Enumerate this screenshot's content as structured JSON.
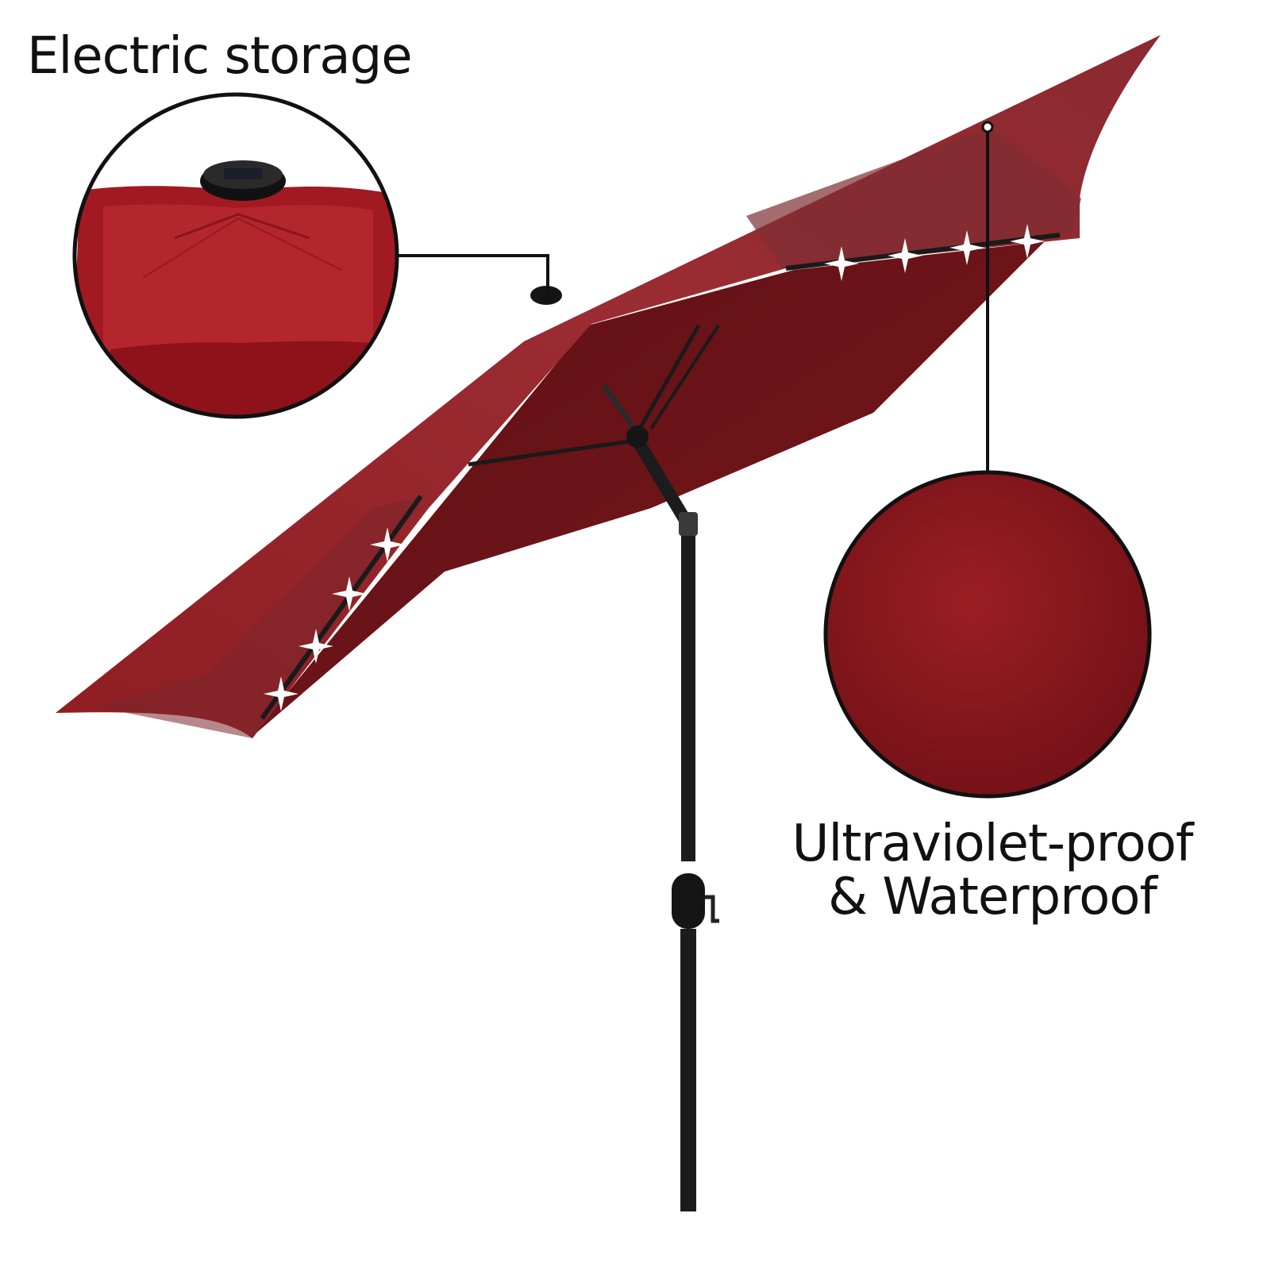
{
  "callouts": {
    "top_left": {
      "text": "Electric storage"
    },
    "bottom_right": {
      "line1": "Ultraviolet-proof",
      "line2": "& Waterproof"
    }
  },
  "colors": {
    "canopy": "#8e1f22",
    "canopy_dark": "#6e1518",
    "canopy_light": "#a5303a",
    "pole": "#1c1c1c",
    "outline": "#111111",
    "background": "#ffffff"
  },
  "icons": [
    "solar-panel-icon",
    "led-light-icon",
    "crank-handle-icon"
  ]
}
